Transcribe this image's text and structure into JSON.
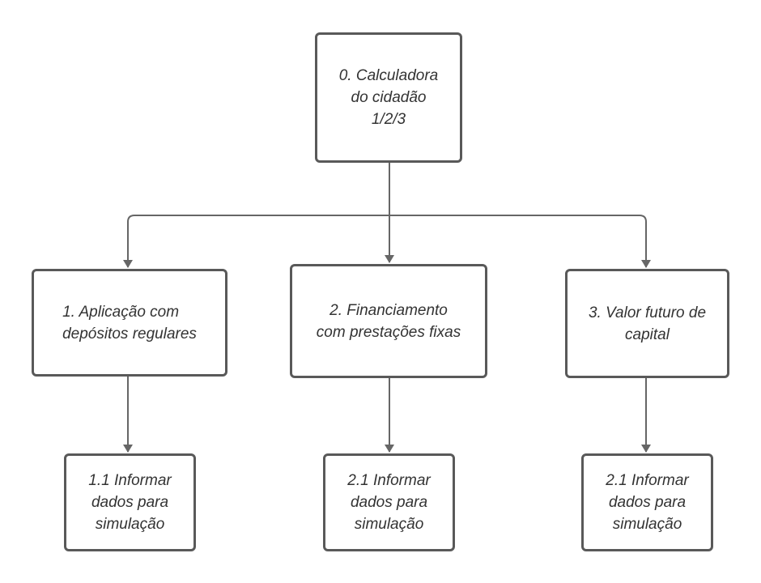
{
  "colors": {
    "border": "#595959",
    "text": "#333333",
    "connector": "#666666"
  },
  "nodes": {
    "root": "0. Calculadora\ndo cidadão\n1/2/3",
    "n1": "1.  Aplicação com\n      depósitos regulares",
    "n2": "2. Financiamento\ncom prestações fixas",
    "n3": "3. Valor futuro de\ncapital",
    "n1_1": "1.1 Informar\ndados para\nsimulação",
    "n2_1": "2.1 Informar\ndados para\nsimulação",
    "n3_1": "2.1 Informar\ndados para\nsimulação"
  }
}
